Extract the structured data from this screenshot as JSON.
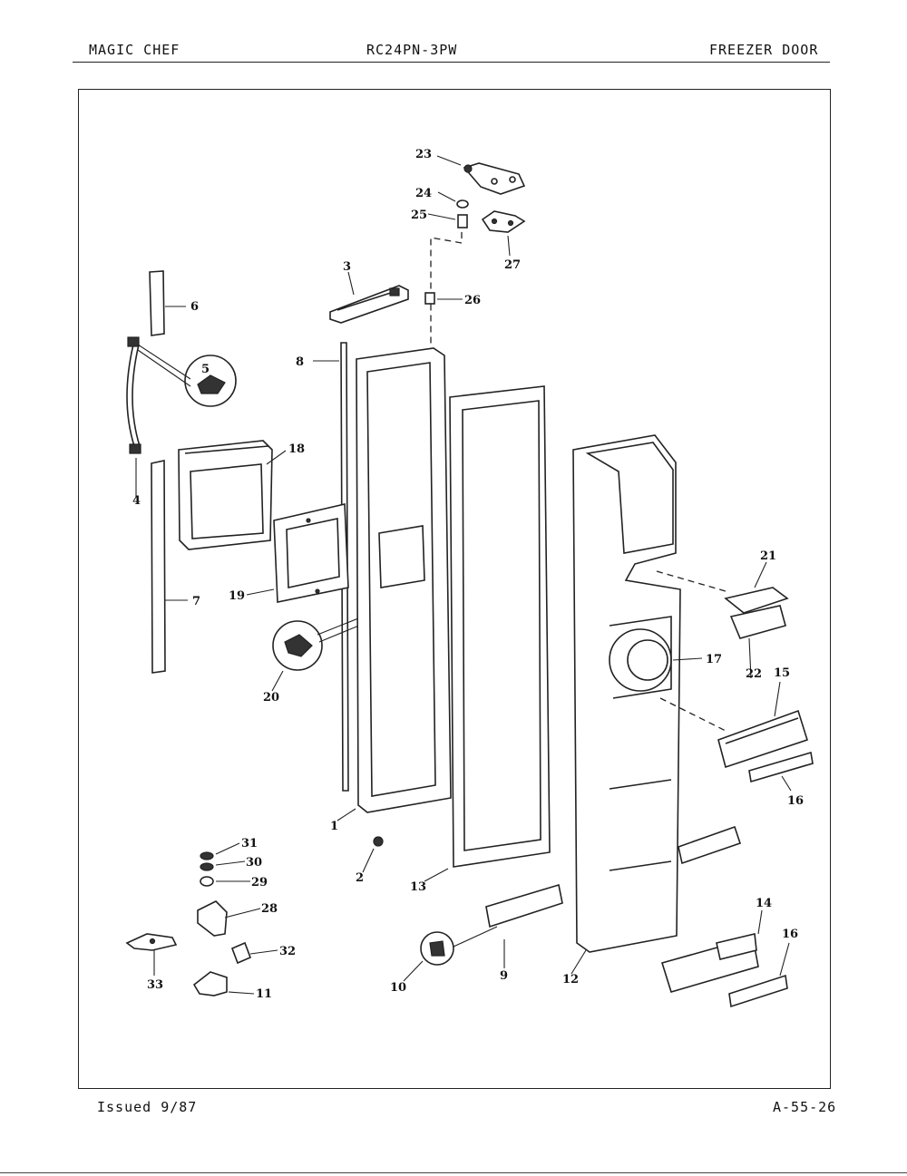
{
  "header": {
    "brand": "MAGIC CHEF",
    "model": "RC24PN-3PW",
    "section": "FREEZER DOOR"
  },
  "footer": {
    "issued": "Issued 9/87",
    "page_code": "A-55-26"
  },
  "diagram": {
    "callouts": [
      "1",
      "2",
      "3",
      "4",
      "5",
      "6",
      "7",
      "8",
      "9",
      "10",
      "11",
      "12",
      "13",
      "14",
      "15",
      "16",
      "16",
      "17",
      "18",
      "19",
      "20",
      "21",
      "22",
      "23",
      "24",
      "25",
      "26",
      "27",
      "28",
      "29",
      "30",
      "31",
      "32",
      "33"
    ]
  }
}
